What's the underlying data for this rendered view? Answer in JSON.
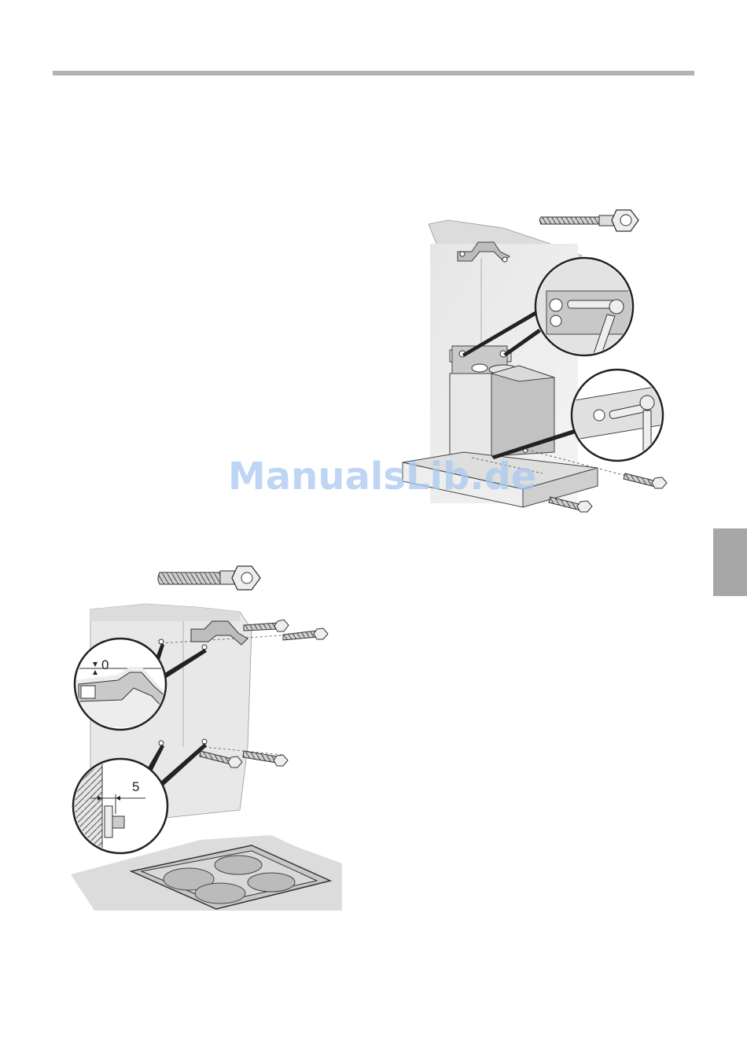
{
  "page": {
    "watermark": "ManualsLib.de"
  },
  "illustrations": {
    "bottom": {
      "gap_label": "0",
      "distance_label": "5"
    }
  },
  "colors": {
    "rule": "#b3b3b3",
    "side_tab": "#a7a7a7",
    "watermark": "#a9c9ef"
  }
}
